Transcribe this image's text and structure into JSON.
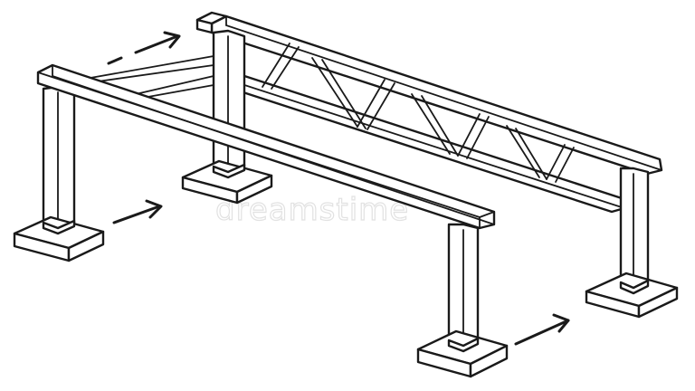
{
  "diagram": {
    "line_color": "#1a1a1a",
    "fill_color": "#ffffff",
    "parts": [
      "rear-beam",
      "front-beam",
      "truss",
      "posts",
      "footings",
      "direction-arrows"
    ]
  },
  "watermark": {
    "text": "dreamstime"
  }
}
